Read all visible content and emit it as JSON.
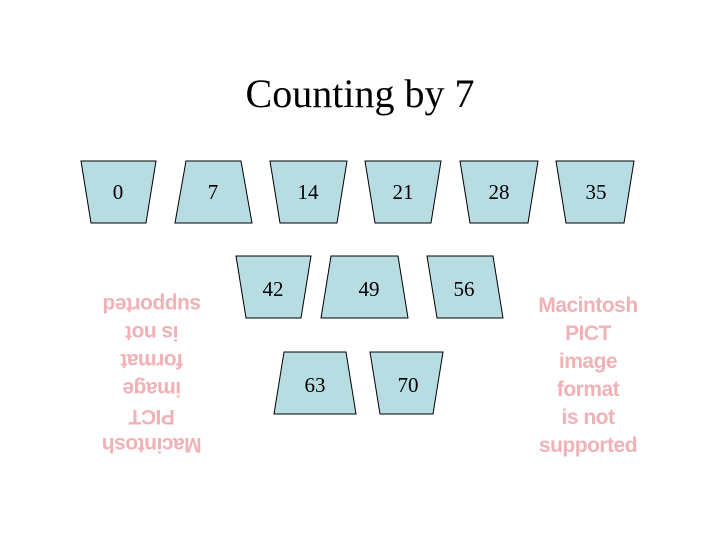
{
  "slide": {
    "title": "Counting by 7"
  },
  "tiles": [
    {
      "label": "0",
      "shape": "trapezoid-down"
    },
    {
      "label": "7",
      "shape": "trapezoid-up"
    },
    {
      "label": "14",
      "shape": "trapezoid-up"
    },
    {
      "label": "21",
      "shape": "trapezoid-up"
    },
    {
      "label": "28",
      "shape": "trapezoid-up"
    },
    {
      "label": "35",
      "shape": "trapezoid-up"
    },
    {
      "label": "42",
      "shape": "trapezoid-down"
    },
    {
      "label": "49",
      "shape": "trapezoid-up"
    },
    {
      "label": "56",
      "shape": "trapezoid-up"
    },
    {
      "label": "63",
      "shape": "trapezoid-up"
    },
    {
      "label": "70",
      "shape": "trapezoid-up"
    }
  ],
  "placeholders": {
    "left": {
      "lines": [
        "Macintosh PICT",
        "image format",
        "is not supported"
      ],
      "rendering": "rotated-180"
    },
    "right": {
      "lines": [
        "Macintosh PICT",
        "image format",
        "is not supported"
      ],
      "rendering": "normal"
    }
  },
  "colors": {
    "tile_fill": "#b7dde3",
    "tile_stroke": "#000000",
    "placeholder_text": "#f0b2b6"
  }
}
